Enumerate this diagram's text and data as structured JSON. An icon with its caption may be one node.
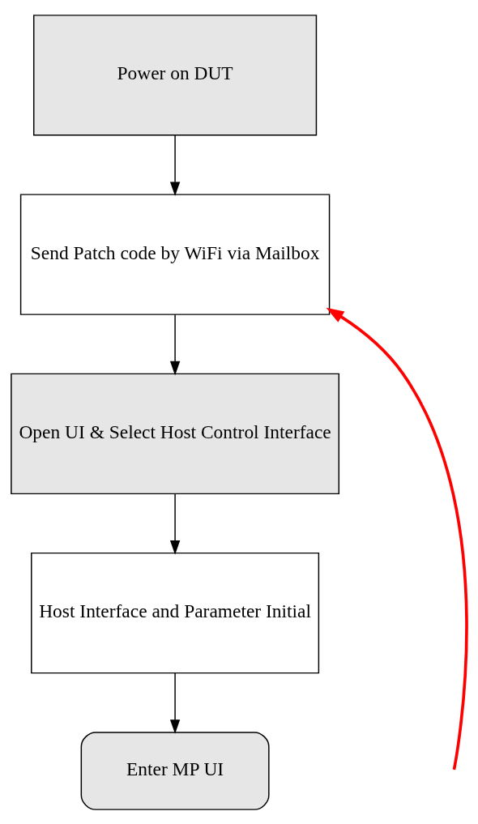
{
  "diagram": {
    "nodes": [
      {
        "text": [
          "Power on DUT"
        ]
      },
      {
        "text": [
          "Send Patch code by WiFi via Mailbox"
        ]
      },
      {
        "text": [
          "Open UI & Select Host Control Interface"
        ]
      },
      {
        "text": [
          "Host Interface and Parameter Initial"
        ]
      },
      {
        "text": [
          "Enter MP UI"
        ]
      }
    ],
    "edges": [
      {
        "from": 0,
        "to": 1,
        "arrow": "to"
      },
      {
        "from": 1,
        "to": 2,
        "arrow": "to"
      },
      {
        "from": 2,
        "to": 3,
        "arrow": "to"
      },
      {
        "from": 3,
        "to": 4,
        "arrow": "to"
      },
      {
        "from": null,
        "to": 1,
        "arrow": "to",
        "style": "thick",
        "color": "#ff0000"
      }
    ]
  }
}
